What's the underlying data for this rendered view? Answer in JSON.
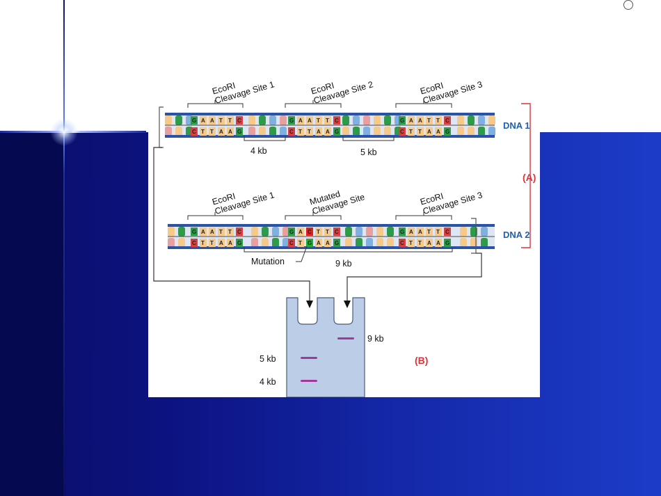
{
  "figure": {
    "dna1": {
      "label": "DNA 1",
      "sites": [
        {
          "line1": "EcoRI",
          "line2": "Cleavage Site 1"
        },
        {
          "line1": "EcoRI",
          "line2": "Cleavage Site 2"
        },
        {
          "line1": "EcoRI",
          "line2": "Cleavage Site 3"
        }
      ],
      "distances": [
        "4 kb",
        "5 kb"
      ],
      "top_bases": [
        "G",
        "A",
        "A",
        "T",
        "T",
        "C"
      ],
      "bottom_bases": [
        "C",
        "T",
        "T",
        "A",
        "A",
        "G"
      ]
    },
    "dna2": {
      "label": "DNA 2",
      "sites": [
        {
          "line1": "EcoRI",
          "line2": "Cleavage Site 1"
        },
        {
          "line1": "Mutated",
          "line2": "Cleavage Site"
        },
        {
          "line1": "EcoRI",
          "line2": "Cleavage Site 3"
        }
      ],
      "distance": "9 kb",
      "mutation_label": "Mutation",
      "mutated_top_bases": [
        "G",
        "A",
        "C",
        "T",
        "T",
        "C"
      ],
      "mutated_bottom_bases": [
        "C",
        "T",
        "G",
        "A",
        "A",
        "G"
      ]
    },
    "part_a": "(A)",
    "part_b": "(B)",
    "gel": {
      "bands": [
        {
          "label": "9 kb",
          "lane": 2
        },
        {
          "label": "5 kb",
          "lane": 1
        },
        {
          "label": "4 kb",
          "lane": 1
        }
      ]
    }
  }
}
